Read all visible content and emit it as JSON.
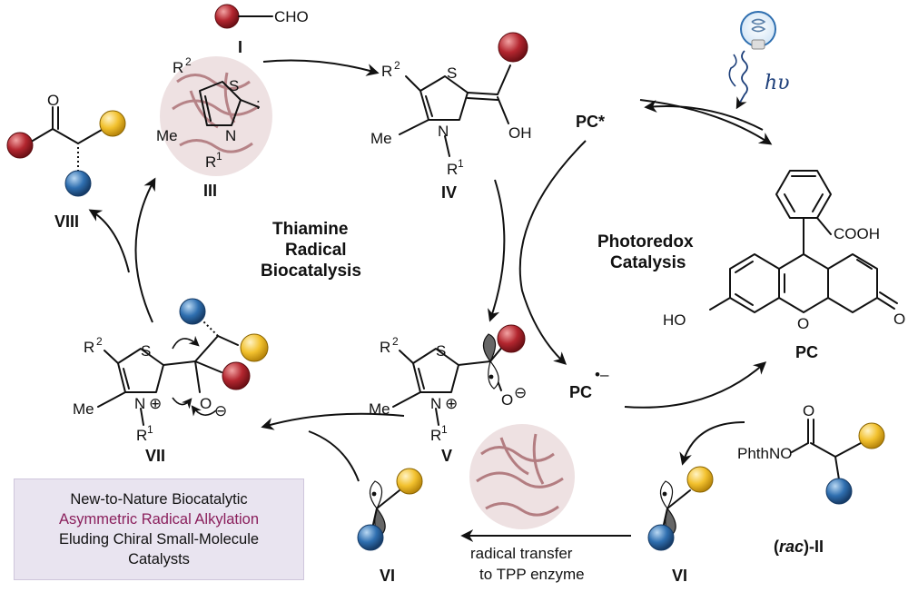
{
  "labels": {
    "I": "I",
    "rac_prefix": "(",
    "rac_it": "rac",
    "rac_suffix": ")-II",
    "III": "III",
    "IV": "IV",
    "V": "V",
    "VI_left": "VI",
    "VI_right": "VI",
    "VII": "VII",
    "VIII": "VIII",
    "PC": "PC",
    "PC_star": "PC*",
    "PC_rad": "PC",
    "PC_rad_charge": "•–"
  },
  "groups": {
    "cho": "CHO",
    "me": "Me",
    "r1": "R",
    "r1_sup": "1",
    "r2": "R",
    "r2_sup": "2",
    "s": "S",
    "n": "N",
    "oh": "OH",
    "o": "O",
    "o_minus": "O",
    "cooh": "COOH",
    "ho": "HO",
    "phthno": "PhthNO",
    "hv": "hυ",
    "plus": "⊕",
    "minus": "⊖"
  },
  "cycles": {
    "thiamine": [
      "Thiamine",
      "Radical",
      "Biocatalysis"
    ],
    "photoredox": [
      "Photoredox",
      "Catalysis"
    ]
  },
  "transfer": [
    "radical transfer",
    "to TPP enzyme"
  ],
  "note": {
    "line1": "New-to-Nature Biocatalytic",
    "line2": "Asymmetric Radical Alkylation",
    "line3": "Eluding Chiral Small-Molecule",
    "line4": "Catalysts"
  },
  "colors": {
    "red_ball": "#b3262f",
    "yellow_ball": "#f2c12e",
    "blue_ball": "#2f6fb0",
    "enzyme": "#b78487",
    "note_bg": "#e9e4f0",
    "note_highlight": "#8a1f5c",
    "hv_text": "#1d3f7a"
  }
}
